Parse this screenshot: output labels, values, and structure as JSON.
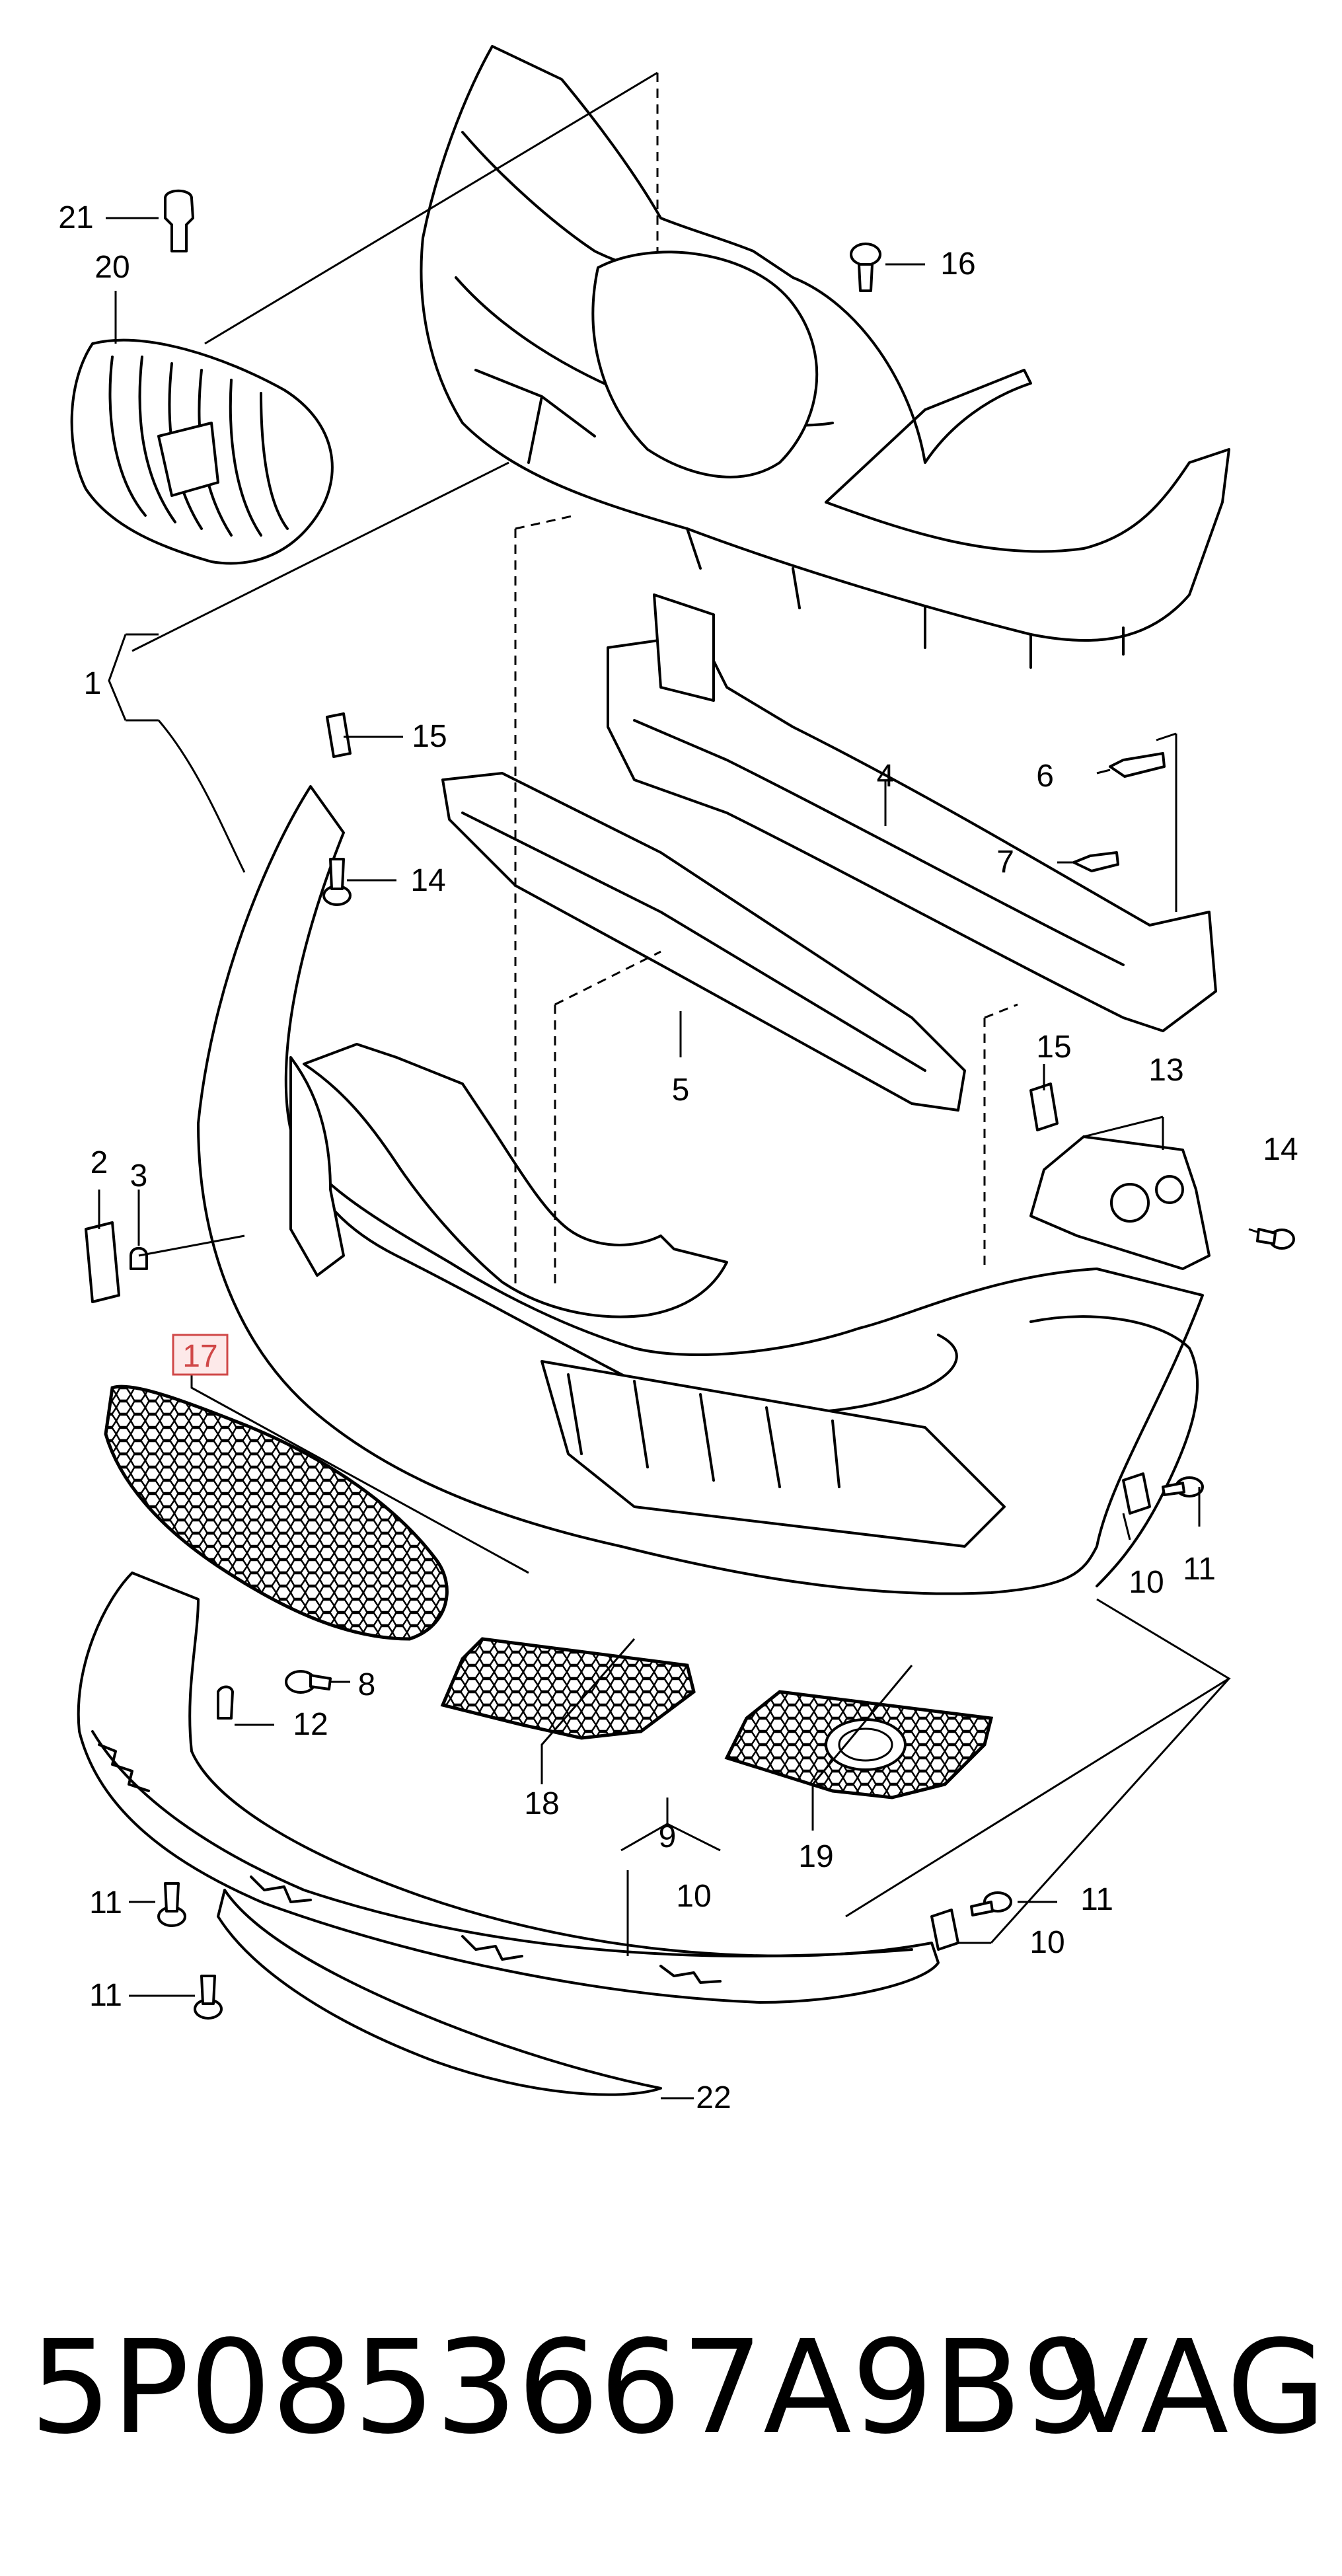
{
  "callouts": {
    "c1": "1",
    "c2": "2",
    "c3": "3",
    "c4": "4",
    "c5": "5",
    "c6": "6",
    "c7": "7",
    "c8": "8",
    "c9": "9",
    "c10a": "10",
    "c10b": "10",
    "c10c": "10",
    "c11a": "11",
    "c11b": "11",
    "c11c": "11",
    "c11d": "11",
    "c12": "12",
    "c13": "13",
    "c14a": "14",
    "c14b": "14",
    "c15a": "15",
    "c15b": "15",
    "c16": "16",
    "c17": "17",
    "c18": "18",
    "c19": "19",
    "c20": "20",
    "c21": "21",
    "c22": "22"
  },
  "caption": {
    "part_number": "5P0853667A9B9",
    "brand": "VAG"
  },
  "highlight": {
    "selected_callout": "17",
    "color": "#d04848"
  }
}
